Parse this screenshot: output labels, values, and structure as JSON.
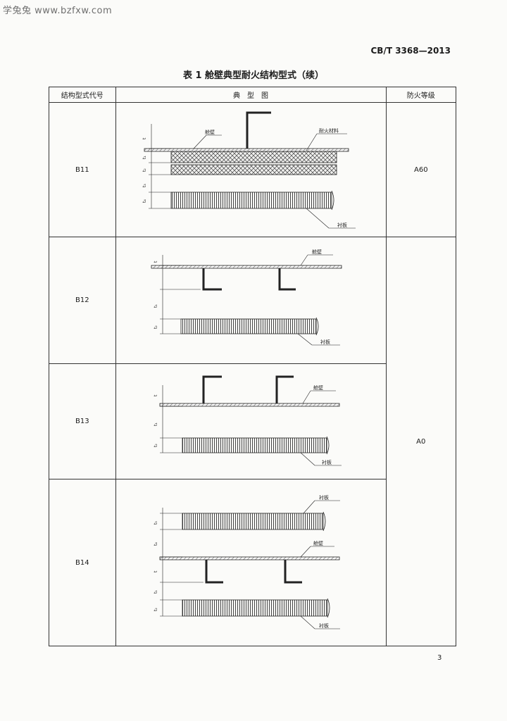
{
  "watermark": "学兔兔 www.bzfxw.com",
  "standard_code": "CB/T 3368—2013",
  "table_title": "表 1   舱壁典型耐火结构型式（续）",
  "headers": {
    "code": "结构型式代号",
    "diagram": "典　型　图",
    "grade": "防火等级"
  },
  "rows": [
    {
      "code": "B11",
      "labels": {
        "bulkhead": "舱壁",
        "insulation": "耐火材料",
        "lining": "衬板"
      }
    },
    {
      "code": "B12",
      "labels": {
        "bulkhead": "舱壁",
        "lining": "衬板"
      }
    },
    {
      "code": "B13",
      "labels": {
        "bulkhead": "舱壁",
        "lining": "衬板"
      }
    },
    {
      "code": "B14",
      "labels": {
        "lining_top": "衬板",
        "bulkhead": "舱壁",
        "lining_bottom": "衬板"
      }
    }
  ],
  "grades": {
    "b11": "A60",
    "b12_b14": "A0"
  },
  "dims": {
    "t": "t",
    "t1": "t₁",
    "t2": "t₂",
    "t3": "t₃",
    "t4": "t₄",
    "t5": "t₅"
  },
  "page_number": "3"
}
